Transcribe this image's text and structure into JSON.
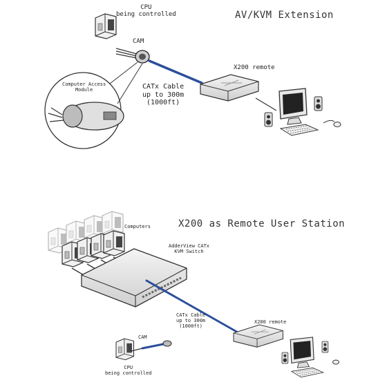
{
  "section_top": {
    "title": "AV/KVM Extension",
    "cpu_label": "CPU\nbeing controlled",
    "cam_label": "CAM",
    "module_label": "Computer Access\nModule",
    "cable_label": "CATx Cable\nup to 300m\n(1000ft)",
    "remote_label": "X200 remote"
  },
  "section_bottom": {
    "title": "X200 as Remote User Station",
    "computers_label": "Computers",
    "switch_label": "AdderView CATx\nKVM Switch",
    "cable_label": "CATx Cable\nup to 300m\n(1000ft)",
    "remote_label": "X200 remote",
    "cam_label": "CAM",
    "cpu_label": "CPU\nbeing controlled"
  },
  "colors": {
    "cable": "#2a4f9a",
    "line": "#333333",
    "device": "#e6e6e6"
  }
}
